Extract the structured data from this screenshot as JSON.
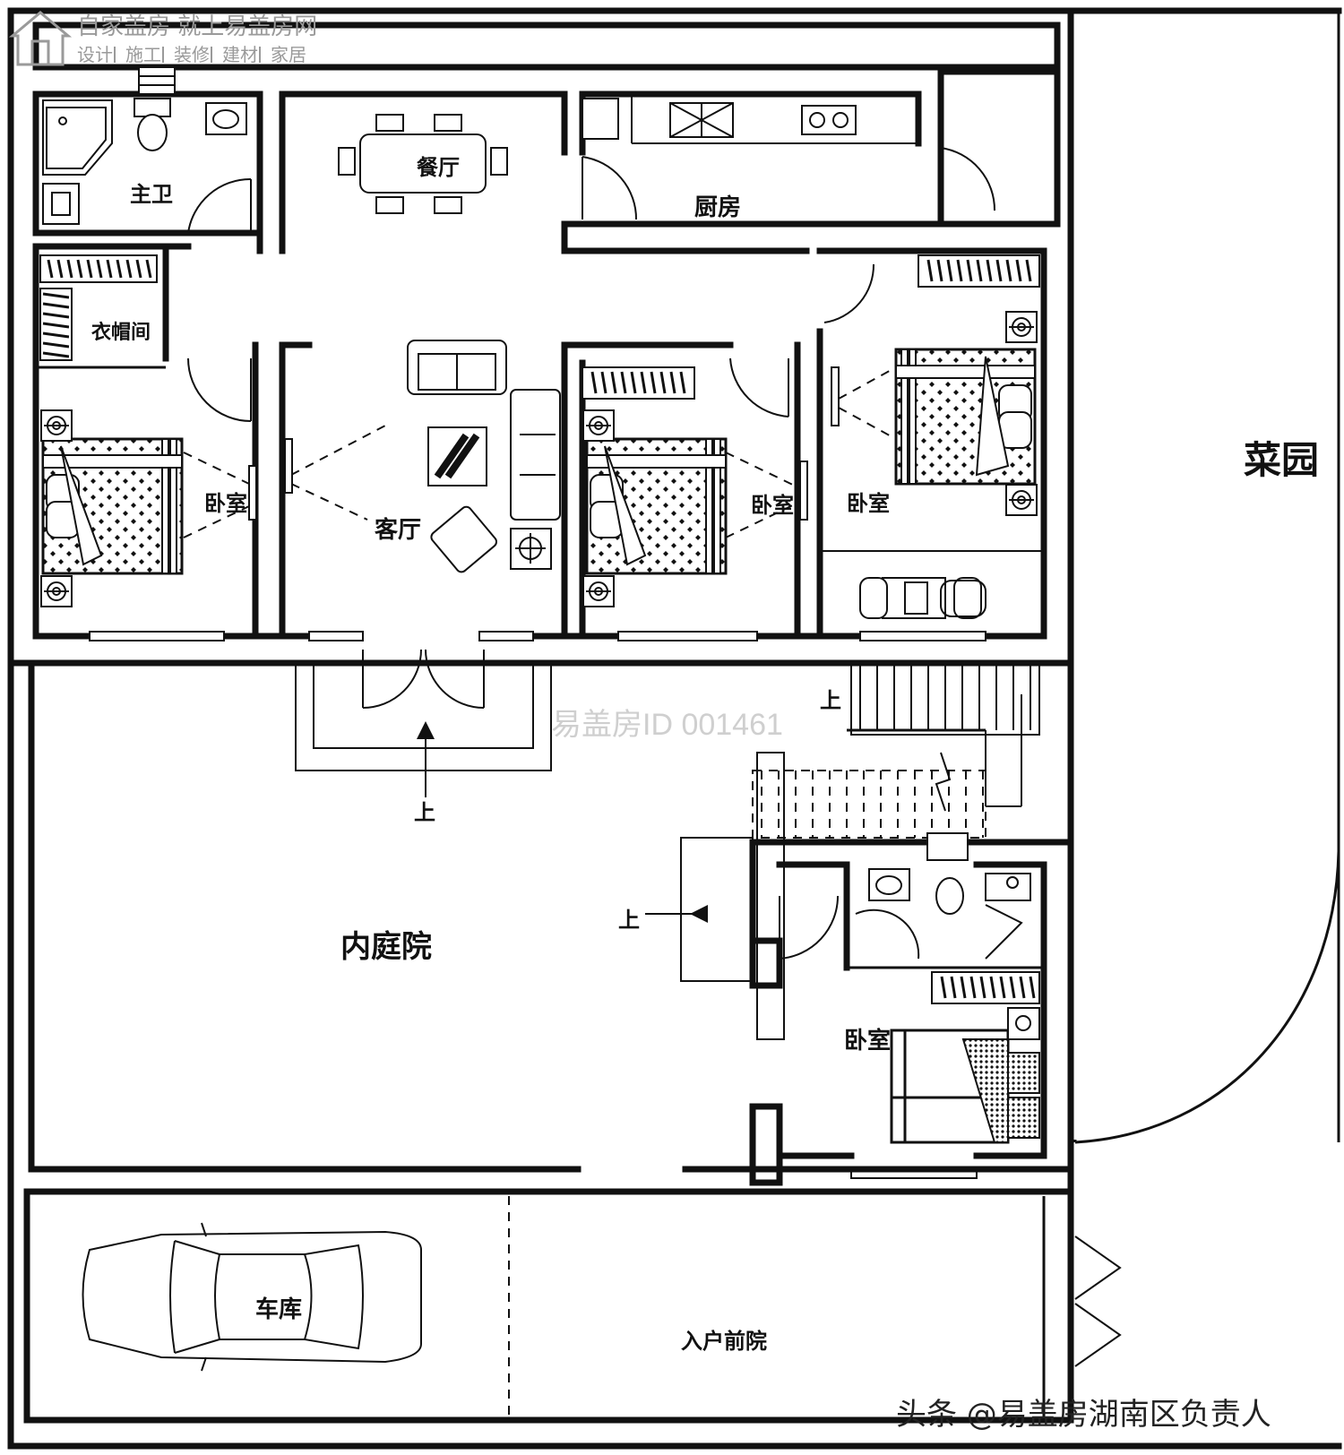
{
  "logo": {
    "slogan": "自家盖房 就上易盖房网",
    "services": [
      "设计",
      "施工",
      "装修",
      "建材",
      "家居"
    ]
  },
  "watermark": {
    "id_text": "易盖房ID 001461",
    "credit": "头条 @易盖房湖南区负责人"
  },
  "rooms": {
    "master_bath": "主卫",
    "dining": "餐厅",
    "kitchen": "厨房",
    "closet": "衣帽间",
    "bedroom_left": "卧室",
    "living": "客厅",
    "bedroom_mid": "卧室",
    "bedroom_right": "卧室",
    "vegetable_garden": "菜园",
    "inner_courtyard": "内庭院",
    "bedroom_south": "卧室",
    "garage": "车库",
    "front_yard": "入户前院"
  },
  "stair_marks": {
    "up": "上"
  },
  "colors": {
    "line": "#111111",
    "background": "#ffffff",
    "watermark": "#cfcfcf",
    "logo": "#9a9a9a"
  }
}
